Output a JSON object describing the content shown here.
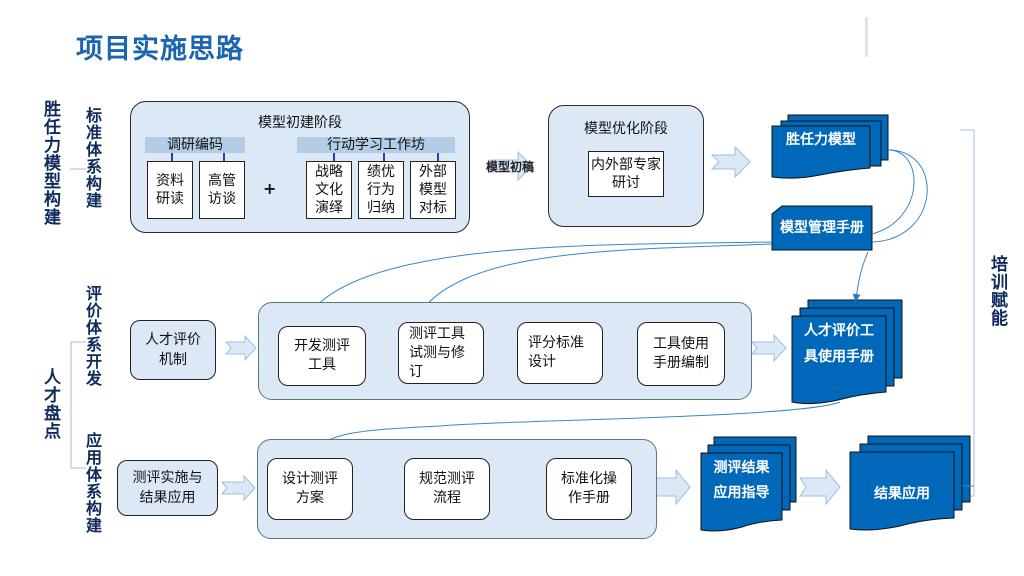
{
  "title": "项目实施思路",
  "left_labels": {
    "group1_outer": "胜任力模型构建",
    "group1_inner": "标准体系构建",
    "group2_outer": "人才盘点",
    "group2_inner_top": "评价体系开发",
    "group2_inner_bottom": "应用体系构建"
  },
  "right_label": "培训赋能",
  "row1": {
    "phase1": {
      "title": "模型初建阶段",
      "band_left": "调研编码",
      "band_right": "行动学习工作坊",
      "boxes_left": [
        "资料\n研读",
        "高管\n访谈"
      ],
      "plus": "+",
      "boxes_right": [
        "战略\n文化\n演绎",
        "绩优\n行为\n归纳",
        "外部\n模型\n对标"
      ]
    },
    "arrow_label": "模型初稿",
    "phase2": {
      "title": "模型优化阶段",
      "box": "内外部专家\n研讨"
    },
    "output_doc": "胜任力模型",
    "manual_doc": "模型管理手册"
  },
  "row2": {
    "input": "人才评价\n机制",
    "steps": [
      "开发测评\n工具",
      "测评工具\n试测与修\n订",
      "评分标准\n设计",
      "工具使用\n手册编制"
    ],
    "output_doc": [
      "人才评价工",
      "具使用手册"
    ]
  },
  "row3": {
    "input": "测评实施与\n结果应用",
    "steps": [
      "设计测评\n方案",
      "规范测评\n流程",
      "标准化操\n作手册"
    ],
    "output_doc": [
      "测评结果",
      "应用指导"
    ],
    "final_doc": "结果应用"
  },
  "colors": {
    "title_blue": "#1a64b0",
    "doc_blue": "#0068b8",
    "panel_fill": "#dce8f5",
    "band_fill": "#b3cde6",
    "label_navy": "#0f2a5c",
    "connector": "#3a86c8"
  }
}
